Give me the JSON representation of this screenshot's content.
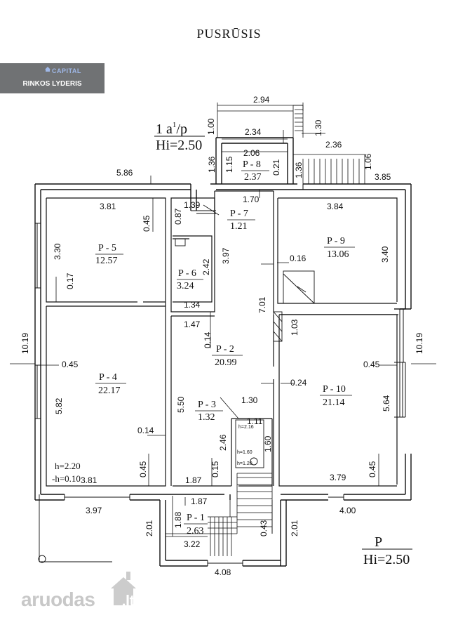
{
  "title": "PUSRŪSIS",
  "logo": {
    "brand": "CAPITAL",
    "tagline": "RINKOS LYDERIS"
  },
  "floor_top": {
    "label": "1 a",
    "sup": "1",
    "suffix": "/p",
    "height": "Hi=2.50"
  },
  "floor_bottom": {
    "label": "P",
    "height": "Hi=2.50"
  },
  "rooms": [
    {
      "id": "P - 5",
      "area": "12.57"
    },
    {
      "id": "P - 6",
      "area": "3.24"
    },
    {
      "id": "P - 7",
      "area": "1.21"
    },
    {
      "id": "P - 8",
      "area": "2.37"
    },
    {
      "id": "P - 9",
      "area": "13.06"
    },
    {
      "id": "P - 2",
      "area": "20.99"
    },
    {
      "id": "P - 4",
      "area": "22.17"
    },
    {
      "id": "P - 10",
      "area": "21.14"
    },
    {
      "id": "P - 3",
      "area": "1.32"
    },
    {
      "id": "P - 1",
      "area": "2.63"
    }
  ],
  "dimensions": [
    "2.94",
    "1.00",
    "2.34",
    "1.30",
    "2.36",
    "2.06",
    "1.15",
    "1.36",
    "0.21",
    "1.36",
    "1.06",
    "5.86",
    "1.70",
    "3.85",
    "0.87",
    "1.39",
    "3.81",
    "0.45",
    "3.84",
    "3.30",
    "3.97",
    "3.40",
    "0.16",
    "0.17",
    "2.42",
    "7.01",
    "1.34",
    "1.47",
    "1.03",
    "10.19",
    "0.14",
    "10.19",
    "0.45",
    "0.45",
    "0.24",
    "5.82",
    "5.64",
    "5.50",
    "1.30",
    "0.14",
    "1.11",
    "2.46",
    "1.60",
    "0.45",
    "0.15",
    "0.45",
    "3.81",
    "1.87",
    "3.79",
    "1.87",
    "3.97",
    "4.00",
    "1.88",
    "0.43",
    "2.01",
    "2.01",
    "3.22",
    "4.08"
  ],
  "small_labels": [
    "h=2.16",
    "h=1.60",
    "h=1.20"
  ],
  "notes": {
    "h1": "h=2.20",
    "h2": "-h=0.10"
  },
  "watermark": {
    "text": "aruodas",
    "suffix": ".lt"
  }
}
